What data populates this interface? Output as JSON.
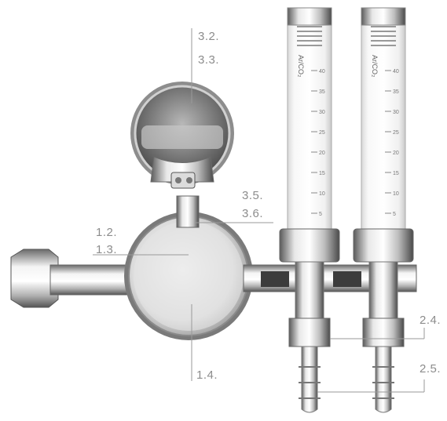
{
  "callouts": {
    "c32": "3.2.",
    "c33": "3.3.",
    "c35": "3.5.",
    "c36": "3.6.",
    "c12": "1.2.",
    "c13": "1.3.",
    "c14": "1.4.",
    "c24": "2.4.",
    "c25": "2.5."
  },
  "tube_label": "Ar/CO₂",
  "scale_ticks": [
    "40",
    "35",
    "30",
    "25",
    "20",
    "15",
    "10",
    "5"
  ],
  "colors": {
    "leader_line": "#9a9a9a",
    "label_text": "#8c8c8c",
    "chrome_dark": "#4a4a4a",
    "chrome_light": "#f2f2f2"
  }
}
